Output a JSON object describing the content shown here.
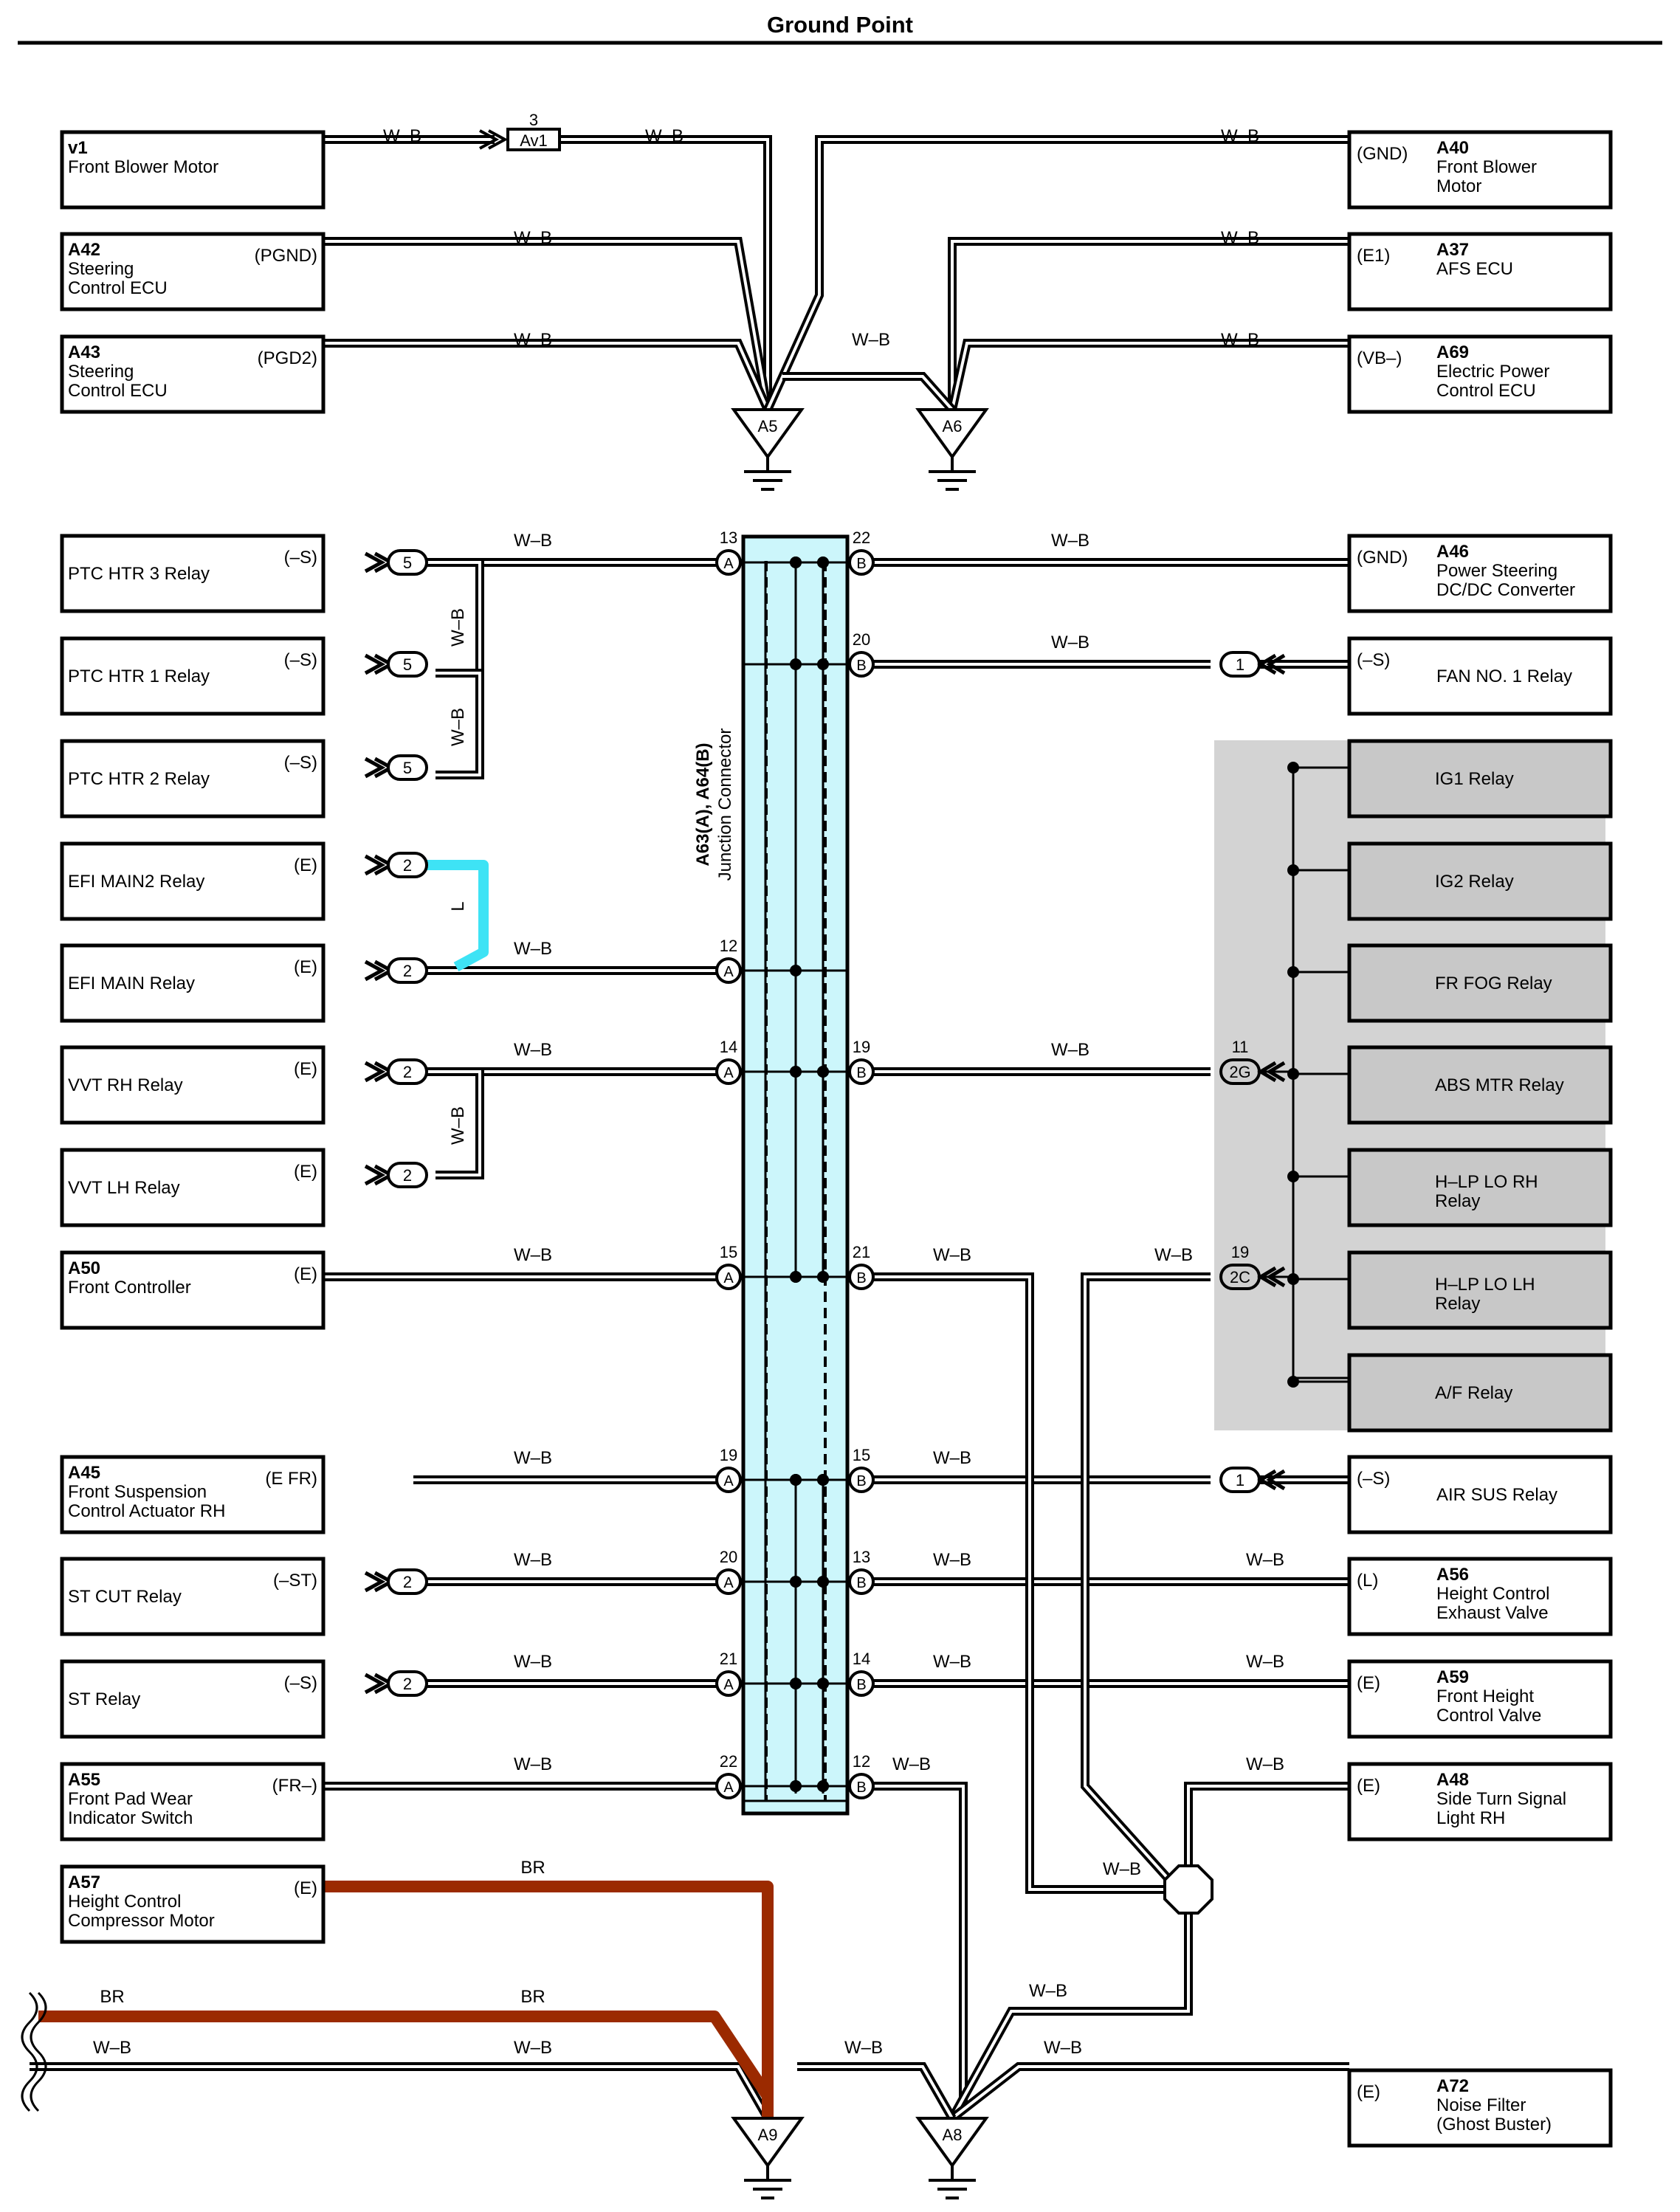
{
  "title": "Ground Point",
  "colors": {
    "wb_inner": "#ffffff",
    "wb_outer": "#000000",
    "br": "#9b2a00",
    "l": "#3ee3f5",
    "jc_fill": "#ccf6fb",
    "relay_bg": "#d3d3d3",
    "relay_box": "#c8c8c8"
  },
  "junction_connector": {
    "label": "A63(A), A64(B)",
    "sublabel": "Junction Connector"
  },
  "ground_points": [
    "A5",
    "A6",
    "A9",
    "A8"
  ],
  "left_components": [
    {
      "code": "v1",
      "name": [
        "Front Blower Motor"
      ],
      "pin": ""
    },
    {
      "code": "A42",
      "name": [
        "Steering",
        "Control ECU"
      ],
      "pin": "(PGND)"
    },
    {
      "code": "A43",
      "name": [
        "Steering",
        "Control ECU"
      ],
      "pin": "(PGD2)"
    },
    {
      "code": "",
      "name": [
        "PTC HTR 3 Relay"
      ],
      "pin": "(–S)"
    },
    {
      "code": "",
      "name": [
        "PTC HTR 1 Relay"
      ],
      "pin": "(–S)"
    },
    {
      "code": "",
      "name": [
        "PTC HTR 2 Relay"
      ],
      "pin": "(–S)"
    },
    {
      "code": "",
      "name": [
        "EFI MAIN2 Relay"
      ],
      "pin": "(E)"
    },
    {
      "code": "",
      "name": [
        "EFI MAIN Relay"
      ],
      "pin": "(E)"
    },
    {
      "code": "",
      "name": [
        "VVT RH Relay"
      ],
      "pin": "(E)"
    },
    {
      "code": "",
      "name": [
        "VVT LH Relay"
      ],
      "pin": "(E)"
    },
    {
      "code": "A50",
      "name": [
        "Front Controller"
      ],
      "pin": "(E)"
    },
    {
      "code": "A45",
      "name": [
        "Front Suspension",
        "Control Actuator RH"
      ],
      "pin": "(E FR)"
    },
    {
      "code": "",
      "name": [
        "ST CUT Relay"
      ],
      "pin": "(–ST)"
    },
    {
      "code": "",
      "name": [
        "ST Relay"
      ],
      "pin": "(–S)"
    },
    {
      "code": "A55",
      "name": [
        "Front Pad Wear",
        "Indicator Switch"
      ],
      "pin": "(FR–)"
    },
    {
      "code": "A57",
      "name": [
        "Height Control",
        "Compressor Motor"
      ],
      "pin": "(E)"
    }
  ],
  "right_components": [
    {
      "code": "A40",
      "name": [
        "Front Blower",
        "Motor"
      ],
      "pin": "(GND)"
    },
    {
      "code": "A37",
      "name": [
        "AFS ECU"
      ],
      "pin": "(E1)"
    },
    {
      "code": "A69",
      "name": [
        "Electric Power",
        "Control ECU"
      ],
      "pin": "(VB–)"
    },
    {
      "code": "A46",
      "name": [
        "Power Steering",
        "DC/DC Converter"
      ],
      "pin": "(GND)"
    },
    {
      "code": "",
      "name": [
        "FAN NO. 1 Relay"
      ],
      "pin": "(–S)"
    },
    {
      "code": "",
      "name": [
        "AIR SUS Relay"
      ],
      "pin": "(–S)"
    },
    {
      "code": "A56",
      "name": [
        "Height Control",
        "Exhaust Valve"
      ],
      "pin": "(L)"
    },
    {
      "code": "A59",
      "name": [
        "Front Height",
        "Control Valve"
      ],
      "pin": "(E)"
    },
    {
      "code": "A48",
      "name": [
        "Side Turn Signal",
        "Light RH"
      ],
      "pin": "(E)"
    },
    {
      "code": "A72",
      "name": [
        "Noise Filter",
        "(Ghost Buster)"
      ],
      "pin": "(E)"
    }
  ],
  "relay_block": [
    "IG1 Relay",
    "IG2 Relay",
    "FR FOG Relay",
    "ABS MTR Relay",
    "H–LP LO RH Relay",
    "H–LP LO LH Relay",
    "A/F Relay"
  ],
  "left_connectors": [
    "5",
    "5",
    "5",
    "2",
    "2",
    "2",
    "2",
    "2",
    "2"
  ],
  "right_connectors": [
    "1",
    "2G",
    "2C",
    "1"
  ],
  "right_connector_pins": [
    "11",
    "19"
  ],
  "av1": {
    "pin": "3",
    "label": "Av1"
  },
  "jc_left_pins": [
    {
      "num": "13",
      "letter": "A"
    },
    {
      "num": "12",
      "letter": "A"
    },
    {
      "num": "14",
      "letter": "A"
    },
    {
      "num": "15",
      "letter": "A"
    },
    {
      "num": "19",
      "letter": "A"
    },
    {
      "num": "20",
      "letter": "A"
    },
    {
      "num": "21",
      "letter": "A"
    },
    {
      "num": "22",
      "letter": "A"
    }
  ],
  "jc_right_pins": [
    {
      "num": "22",
      "letter": "B"
    },
    {
      "num": "20",
      "letter": "B"
    },
    {
      "num": "19",
      "letter": "B"
    },
    {
      "num": "21",
      "letter": "B"
    },
    {
      "num": "15",
      "letter": "B"
    },
    {
      "num": "13",
      "letter": "B"
    },
    {
      "num": "14",
      "letter": "B"
    },
    {
      "num": "12",
      "letter": "B"
    }
  ],
  "wire_labels": {
    "wb": "W–B",
    "br": "BR",
    "l": "L"
  }
}
